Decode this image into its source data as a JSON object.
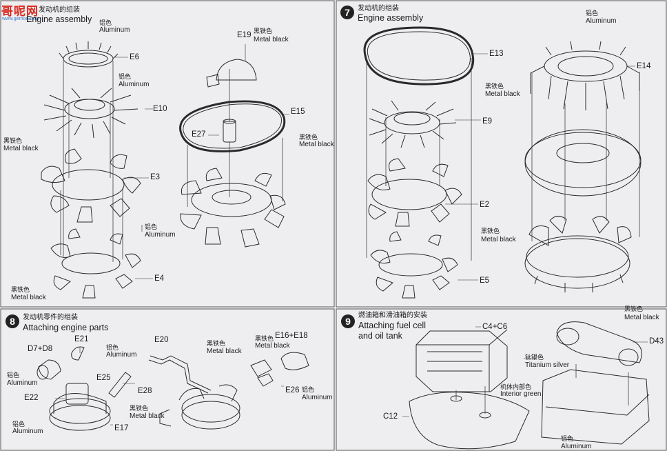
{
  "watermark": {
    "brand": "哥呢网",
    "site": "www.gemoe.com"
  },
  "step6": {
    "title_cn": "发动机的组装",
    "title_en": "Engine assembly",
    "parts": [
      "E6",
      "E19",
      "E10",
      "E15",
      "E27",
      "E3",
      "E4"
    ],
    "labels": [
      {
        "cn": "铝色",
        "en": "Aluminum"
      },
      {
        "cn": "黑铁色",
        "en": "Metal black"
      },
      {
        "cn": "铝色",
        "en": "Aluminum"
      },
      {
        "cn": "黑铁色",
        "en": "Metal black"
      },
      {
        "cn": "黑铁色",
        "en": "Metal black"
      },
      {
        "cn": "铝色",
        "en": "Aluminum"
      },
      {
        "cn": "黑铁色",
        "en": "Metal black"
      }
    ]
  },
  "step7": {
    "number": "7",
    "title_cn": "发动机的组装",
    "title_en": "Engine assembly",
    "parts": [
      "E13",
      "E14",
      "E9",
      "E2",
      "E5"
    ],
    "labels": [
      {
        "cn": "铝色",
        "en": "Aluminum"
      },
      {
        "cn": "黑铁色",
        "en": "Metal black"
      },
      {
        "cn": "黑铁色",
        "en": "Metal black"
      }
    ]
  },
  "step8": {
    "number": "8",
    "title_cn": "发动机零件的组装",
    "title_en": "Attaching engine parts",
    "parts": [
      "D7+D8",
      "E21",
      "E20",
      "E16+E18",
      "E25",
      "E28",
      "E22",
      "E26",
      "E17"
    ],
    "labels": [
      {
        "cn": "铝色",
        "en": "Aluminum"
      },
      {
        "cn": "黑铁色",
        "en": "Metal black"
      },
      {
        "cn": "黑铁色",
        "en": "Metal black"
      },
      {
        "cn": "铝色",
        "en": "Aluminum"
      },
      {
        "cn": "黑铁色",
        "en": "Metal black"
      },
      {
        "cn": "铝色",
        "en": "Aluminum"
      },
      {
        "cn": "铝色",
        "en": "Aluminum"
      }
    ]
  },
  "step9": {
    "number": "9",
    "title_cn": "燃油箱和滑油箱的安装",
    "title_en_1": "Attaching fuel cell",
    "title_en_2": "and oil tank",
    "parts": [
      "C4+C6",
      "D43",
      "C12"
    ],
    "labels": [
      {
        "cn": "黑铁色",
        "en": "Metal black"
      },
      {
        "cn": "钛银色",
        "en": "Titanium silver"
      },
      {
        "cn": "机体内部色",
        "en": "Interior green"
      },
      {
        "cn": "铝色",
        "en": "Aluminum"
      }
    ]
  }
}
